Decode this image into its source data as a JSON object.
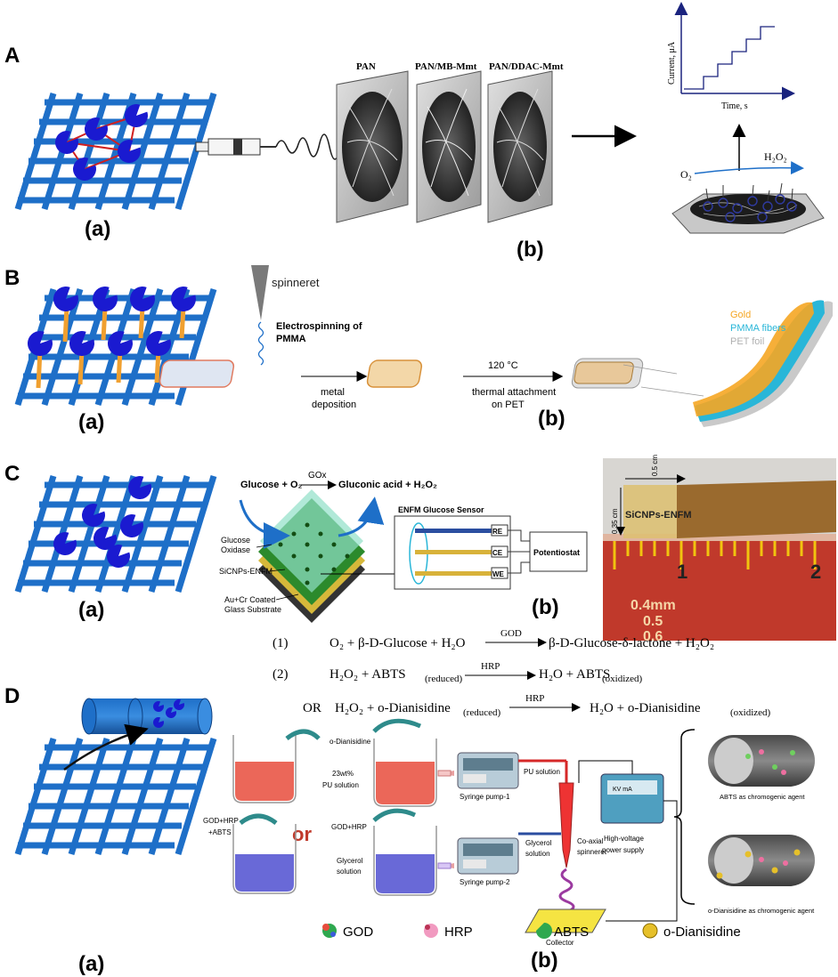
{
  "panels": {
    "A": {
      "letter": "A",
      "sub_a": "(a)",
      "sub_b": "(b)",
      "membranes": [
        "PAN",
        "PAN/MB-Mmt",
        "PAN/DDAC-Mmt"
      ],
      "graph": {
        "ylabel": "Current, μA",
        "xlabel": "Time, s"
      },
      "h2o2": "H₂O₂",
      "o2": "O₂"
    },
    "B": {
      "letter": "B",
      "sub_a": "(a)",
      "sub_b": "(b)",
      "spinneret": "spinneret",
      "electrospinning_line1": "Electrospinning of",
      "electrospinning_line2": "PMMA",
      "metal_line1": "metal",
      "metal_line2": "deposition",
      "temp": "120 °C",
      "thermal_line1": "thermal attachment",
      "thermal_line2": "on PET",
      "legend": {
        "gold": "Gold",
        "pmma": "PMMA fibers",
        "pet": "PET foil"
      },
      "colors": {
        "gold": "#f5a623",
        "pmma": "#29b6d8",
        "pet": "#c9c9c9"
      }
    },
    "C": {
      "letter": "C",
      "sub_a": "(a)",
      "sub_b": "(b)",
      "reaction_left": "Glucose + O₂",
      "enzyme": "GOx",
      "reaction_right": "Gluconic acid + H₂O₂",
      "label_gox_line1": "Glucose",
      "label_gox_line2": "Oxidase",
      "label_sicnps": "SiCNPs-ENFM",
      "label_sub_line1": "Au+Cr Coated",
      "label_sub_line2": "Glass Substrate",
      "sensor_title": "ENFM Glucose Sensor",
      "electrodes": [
        "RE",
        "CE",
        "WE"
      ],
      "potentiostat": "Potentiostat",
      "photo": {
        "dim_width": "0.5 cm",
        "dim_height": "0.35 cm",
        "sample_label": "SiCNPs-ENFM",
        "ruler_marks": [
          "1",
          "2"
        ],
        "ruler_text1": "0.4mm",
        "ruler_text2": "0.5",
        "ruler_text3": "0.6"
      }
    },
    "D": {
      "letter": "D",
      "sub_a": "(a)",
      "sub_b": "(b)",
      "eq1": {
        "num": "(1)",
        "lhs": "O₂ + β-D-Glucose + H₂O",
        "cat": "GOD",
        "rhs": "β-D-Glucose-δ-lactone + H₂O₂"
      },
      "eq2": {
        "num": "(2)",
        "lhs": "H₂O₂ + ABTS",
        "lhs_sub": "(reduced)",
        "cat": "HRP",
        "rhs": "H₂O + ABTS",
        "rhs_sub": "(oxidized)"
      },
      "eq3": {
        "or": "OR",
        "lhs": "H₂O₂ + o-Dianisidine",
        "lhs_sub": "(reduced)",
        "cat": "HRP",
        "rhs": "H₂O + o-Dianisidine",
        "rhs_sub": "(oxidized)"
      },
      "setup": {
        "o_dianisidine": "o-Dianisidine",
        "pu_pct": "23wt%",
        "pu_solution": "PU solution",
        "or_text": "or",
        "god_hrp_abts_1": "GOD+HRP",
        "god_hrp_abts_2": "+ABTS",
        "god_hrp": "GOD+HRP",
        "glycerol_solution": "Glycerol",
        "glycerol_solution2": "solution",
        "pump1": "Syringe pump-1",
        "pump2": "Syringe pump-2",
        "pu_line": "PU solution",
        "glycerol_line1": "Glycerol",
        "glycerol_line2": "solution",
        "coaxial1": "Co-axial",
        "coaxial2": "spinneret",
        "hv1": "High-voltage",
        "hv2": "power supply",
        "hv_screen": "KV  mA",
        "collector": "Collector",
        "abts_agent": "ABTS as chromogenic agent",
        "odia_agent": "o-Dianisidine as chromogenic agent"
      },
      "legend": [
        "GOD",
        "HRP",
        "ABTS",
        "o-Dianisidine"
      ]
    }
  },
  "colors": {
    "mesh": "#1e6fc8",
    "enzyme": "#1a1ad0",
    "linker": "#f0a030",
    "network": "#d02020"
  }
}
